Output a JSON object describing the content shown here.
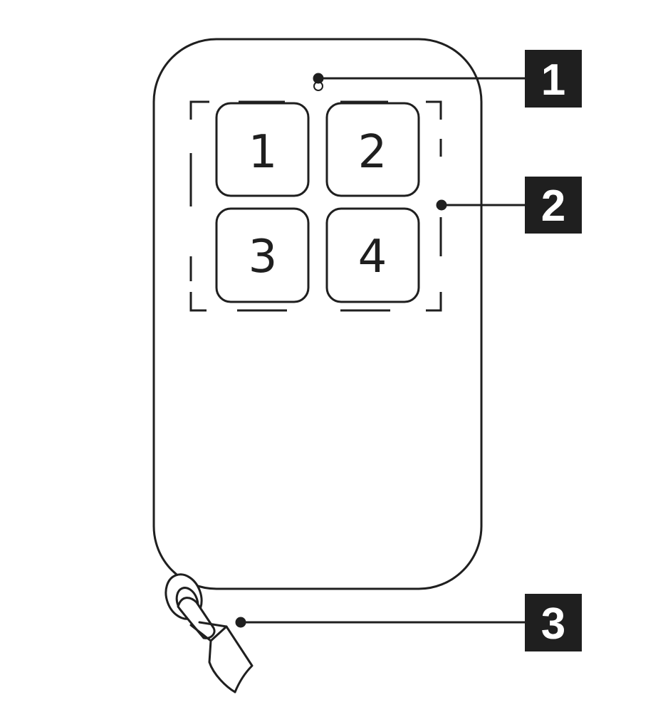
{
  "remote": {
    "buttons": [
      {
        "label": "1"
      },
      {
        "label": "2"
      },
      {
        "label": "3"
      },
      {
        "label": "4"
      }
    ]
  },
  "callouts": [
    {
      "number": "1",
      "target": "led-indicator"
    },
    {
      "number": "2",
      "target": "button-group"
    },
    {
      "number": "3",
      "target": "key-ring"
    }
  ],
  "colors": {
    "outline": "#1f1f1f",
    "callout_background": "#1f1f1f",
    "callout_text": "#ffffff",
    "background": "#ffffff"
  }
}
